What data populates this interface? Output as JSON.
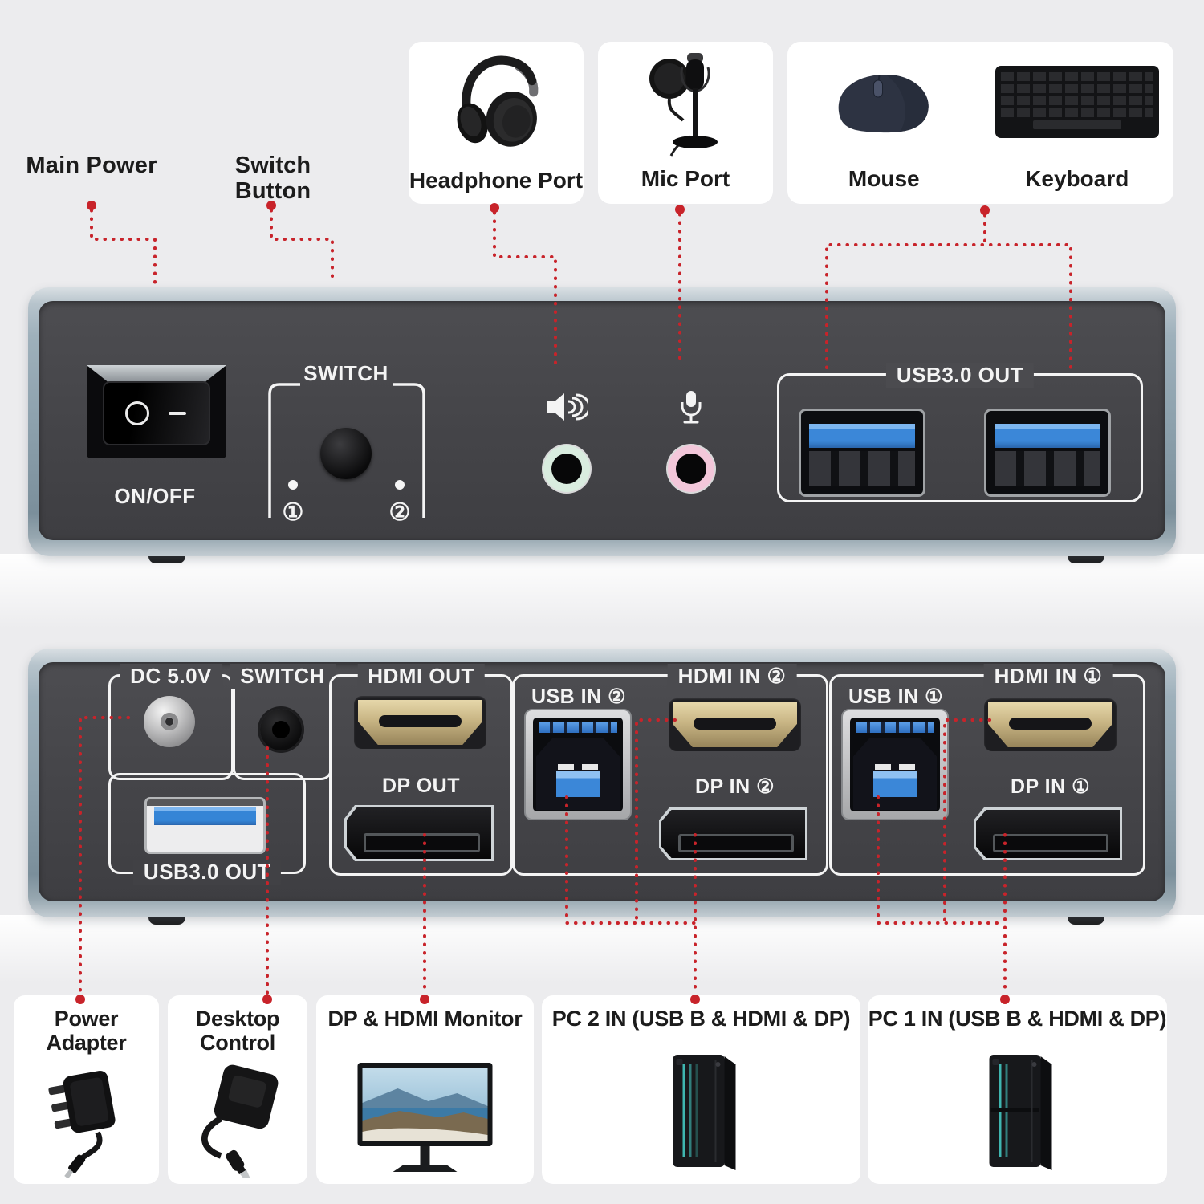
{
  "colors": {
    "background": "#ececee",
    "accent_red": "#c8232a",
    "panel_face": "#47474a",
    "panel_rim": "#a9b8c2",
    "hdmi_gold": "#c9b587",
    "usb_blue": "#3b87d8",
    "headphone_ring": "#d9ecdf",
    "mic_ring": "#f3c7da",
    "card_bg": "#ffffff",
    "label_text": "#1c1c1c"
  },
  "top_annotations": {
    "main_power": "Main Power",
    "switch_button": "Switch Button",
    "headphone_port": "Headphone Port",
    "mic_port": "Mic Port",
    "mouse": "Mouse",
    "keyboard": "Keyboard"
  },
  "front_panel": {
    "power_label": "ON/OFF",
    "switch_label": "SWITCH",
    "indicator_1": "①",
    "indicator_2": "②",
    "usb_out_label": "USB3.0 OUT"
  },
  "back_panel": {
    "dc_label": "DC 5.0V",
    "switch_label": "SWITCH",
    "usb_out_label": "USB3.0 OUT",
    "hdmi_out_label": "HDMI OUT",
    "dp_out_label": "DP OUT",
    "usb_in_2_label": "USB IN ②",
    "hdmi_in_2_label": "HDMI IN ②",
    "dp_in_2_label": "DP IN ②",
    "usb_in_1_label": "USB IN ①",
    "hdmi_in_1_label": "HDMI IN ①",
    "dp_in_1_label": "DP IN ①"
  },
  "bottom_annotations": {
    "power_adapter": "Power Adapter",
    "desktop_control": "Desktop Control",
    "monitor": "DP & HDMI Monitor",
    "pc2": "PC 2 IN (USB B & HDMI & DP)",
    "pc1": "PC 1 IN (USB B & HDMI & DP)"
  }
}
